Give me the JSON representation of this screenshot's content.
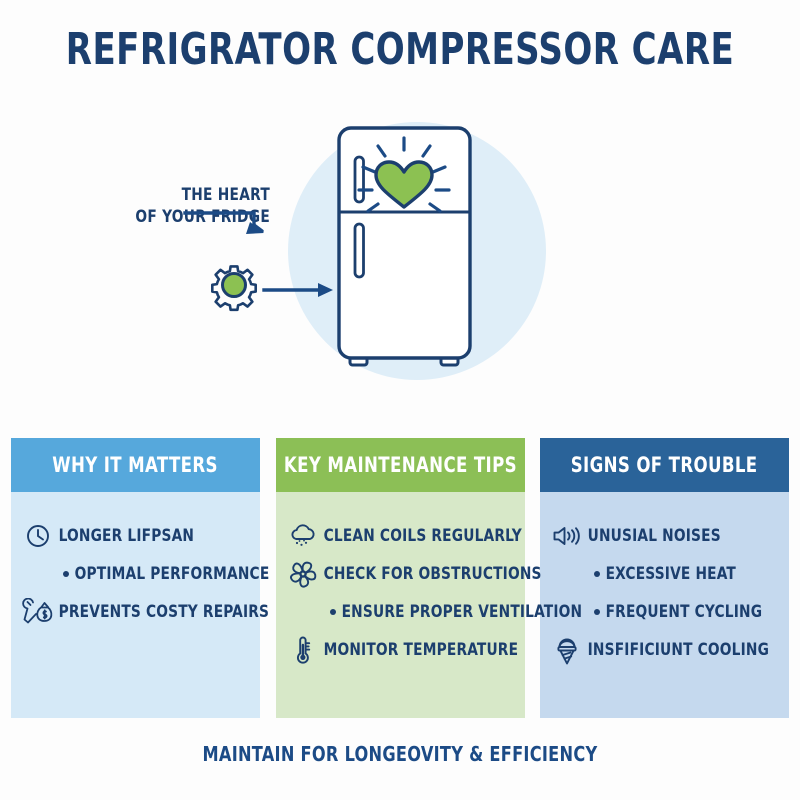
{
  "title": "REFRIGRATOR COMPRESSOR CARE",
  "footer": "MAINTAIN FOR LONGEOVITY & EFFICIENCY",
  "hero": {
    "callout_line1": "THE HEART",
    "callout_line2": "OF YOUR FRIDGE",
    "fridge_icon": "refrigerator-icon",
    "heart_icon": "shining-heart-icon",
    "gear_icon": "gear-icon",
    "arrow_top": "bent-arrow-right",
    "arrow_bottom": "arrow-right"
  },
  "colors": {
    "navy": "#1c3f6e",
    "title_blue": "#1c3f6e",
    "footer_blue": "#1c4b86",
    "panel1_header": "#56a8dc",
    "panel1_body": "#d5e9f7",
    "panel2_header": "#8cbf56",
    "panel2_body": "#d7e8c8",
    "panel3_header": "#2a6399",
    "panel3_body": "#c5d9ee",
    "green_accent": "#8cc152",
    "circle_bg": "#dfeef8"
  },
  "panels": [
    {
      "id": "why-it-matters",
      "header": "WHY IT MATTERS",
      "items": [
        {
          "icon": "clock-icon",
          "text": "LONGER LIFPSAN",
          "indent": false
        },
        {
          "icon": "bullet",
          "text": "OPTIMAL PERFORMANCE",
          "indent": true
        },
        {
          "icon": "wrench-money-bag-icon",
          "text": "PREVENTS COSTY REPAIRS",
          "indent": false
        }
      ]
    },
    {
      "id": "key-maintenance-tips",
      "header": "KEY MAINTENANCE TIPS",
      "items": [
        {
          "icon": "dust-cloud-icon",
          "text": "CLEAN COILS REGULARLY",
          "indent": false
        },
        {
          "icon": "fan-icon",
          "text": "CHECK FOR OBSTRUCTIONS",
          "indent": false
        },
        {
          "icon": "bullet",
          "text": "ENSURE PROPER VENTILATION",
          "indent": true
        },
        {
          "icon": "thermometer-icon",
          "text": "MONITOR TEMPERATURE",
          "indent": false
        }
      ]
    },
    {
      "id": "signs-of-trouble",
      "header": "SIGNS OF TROUBLE",
      "items": [
        {
          "icon": "speaker-icon",
          "text": "UNUSIAL NOISES",
          "indent": false
        },
        {
          "icon": "bullet",
          "text": "EXCESSIVE HEAT",
          "indent": true
        },
        {
          "icon": "bullet",
          "text": "FREQUENT CYCLING",
          "indent": true
        },
        {
          "icon": "ice-cream-icon",
          "text": "INSFIFICIUNT COOLING",
          "indent": false
        }
      ]
    }
  ]
}
